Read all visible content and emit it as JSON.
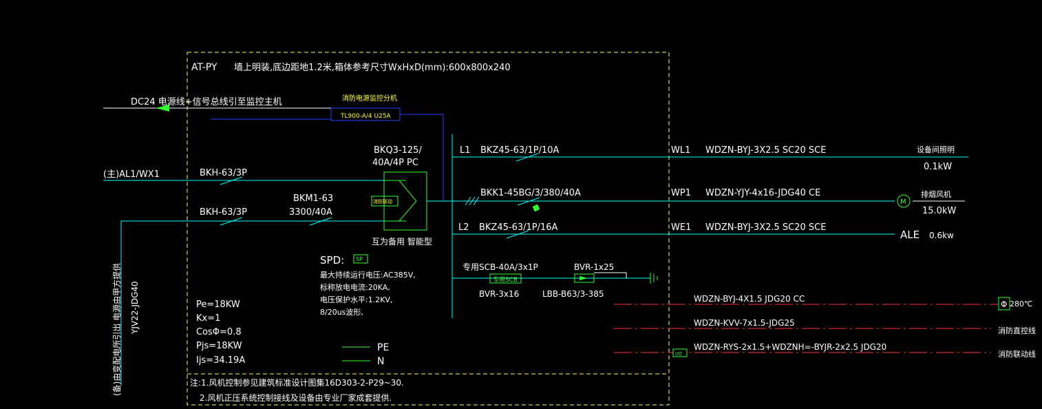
{
  "header": {
    "panel_id": "AT-PY",
    "install_note": "墙上明装,底边距地1.2米,箱体参考尺寸WxHxD(mm):600x800x240"
  },
  "control": {
    "module_title": "消防电源监控分机",
    "module_model": "TL900-A/4 U25A",
    "signal_line": "DC24 电源线+信号总线引至监控主机"
  },
  "incoming": {
    "main_label": "(主)AL1/WX1",
    "backup_label": "(备)由变配电所引出 电源由甲方提供",
    "backup_cable": "YJV22-JDG40",
    "breaker1": "BKH-63/3P",
    "breaker2": "BKH-63/3P",
    "breaker3_line1": "BKM1-63",
    "breaker3_line2": "3300/40A",
    "ats_line1": "BKQ3-125/",
    "ats_line2": "40A/4P PC",
    "ats_caption": "互为备用 智能型",
    "ats_inner": "消防联动"
  },
  "spd": {
    "label": "SPD:",
    "badge": "SP",
    "notes": [
      "最大持续运行电压:AC385V,",
      "标称放电电流:20KA,",
      "电压保护水平:1.2KV,",
      "8/20us波形,"
    ],
    "breaker": "专用SCB-40A/3x1P",
    "breaker_box": "专用SCB",
    "wire1": "BVR-3x16",
    "wire2": "BVR-1x25",
    "device": "LBB-B63/3-385"
  },
  "load": {
    "pe": "Pe=18KW",
    "kx": "Kx=1",
    "cos": "CosΦ=0.8",
    "pjs": "Pjs=18KW",
    "ijs": "Ijs=34.19A"
  },
  "legend": {
    "pe_label": "PE",
    "n_label": "N"
  },
  "circuits": [
    {
      "phase": "L1",
      "breaker": "BKZ45-63/1P/10A",
      "circuit_id": "WL1",
      "cable": "WDZN-BYJ-3X2.5 SC20 SCE",
      "load_name": "设备间照明",
      "power": "0.1kW"
    },
    {
      "phase": "",
      "breaker": "BKK1-45BG/3/380/40A",
      "circuit_id": "WP1",
      "cable": "WDZN-YJY-4x16-JDG40 CE",
      "load_name": "排烟风机",
      "power": "15.0kW",
      "motor_symbol": "M"
    },
    {
      "phase": "L2",
      "breaker": "BKZ45-63/1P/16A",
      "circuit_id": "WE1",
      "cable": "WDZN-BYJ-3X2.5 SC20 SCE",
      "load_name": "ALE",
      "power": "0.6kw"
    }
  ],
  "control_cables": [
    {
      "cable": "WDZN-BYJ-4X1.5 JDG20 CC",
      "target": "280℃",
      "symbol": "Φ"
    },
    {
      "cable": "WDZN-KVV-7x1.5-JDG25",
      "target": "消防直控线"
    },
    {
      "cable": "WDZN-RYS-2x1.5+WDZNH=-BYJR-2x2.5 JDG20",
      "target": "消防联动线",
      "box": "I/O"
    }
  ],
  "notes": {
    "line1": "注:1.风机控制参见建筑标准设计图集16D303-2-P29~30.",
    "line2": "2.风机正压系统控制接线及设备由专业厂家成套提供."
  },
  "colors": {
    "background": "#000000",
    "frame": "#ffff66",
    "cyan": "#00ffff",
    "green": "#33ff33",
    "blue": "#2244ff",
    "red": "#ff3333",
    "white": "#ffffff"
  }
}
